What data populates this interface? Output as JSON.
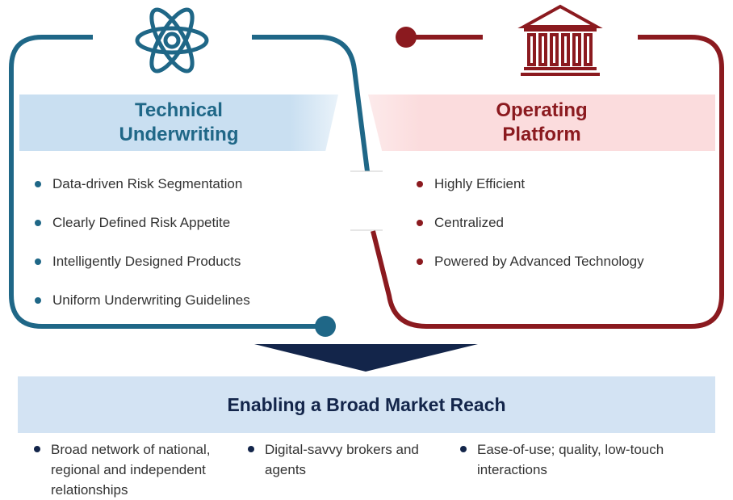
{
  "technical": {
    "title": "Technical Underwriting",
    "icon": "atom-icon",
    "color": "#1f6787",
    "items": [
      "Data-driven Risk Segmentation",
      "Clearly Defined Risk Appetite",
      "Intelligently Designed Products",
      "Uniform Underwriting Guidelines"
    ]
  },
  "operating": {
    "title": "Operating Platform",
    "icon": "bank-building-icon",
    "color": "#8b1a1f",
    "items": [
      "Highly Efficient",
      "Centralized",
      "Powered by Advanced Technology"
    ]
  },
  "reach": {
    "title": "Enabling a Broad Market Reach",
    "color": "#13254a",
    "items": [
      "Broad network of national, regional and independent relationships",
      "Digital-savvy brokers and agents",
      "Ease-of-use; quality, low-touch interactions"
    ]
  }
}
